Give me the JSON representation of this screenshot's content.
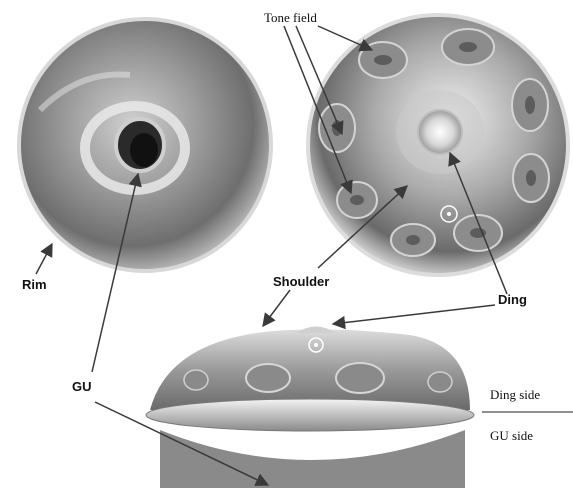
{
  "labels": {
    "tone_field": "Tone field",
    "rim": "Rim",
    "shoulder": "Shoulder",
    "ding": "Ding",
    "gu": "GU",
    "ding_side": "Ding side",
    "gu_side": "GU side"
  },
  "colors": {
    "metal_light": "#e6e6e6",
    "metal_mid": "#a8a8a8",
    "metal_dark": "#5a5a5a",
    "arrow": "#3a3a3a"
  }
}
